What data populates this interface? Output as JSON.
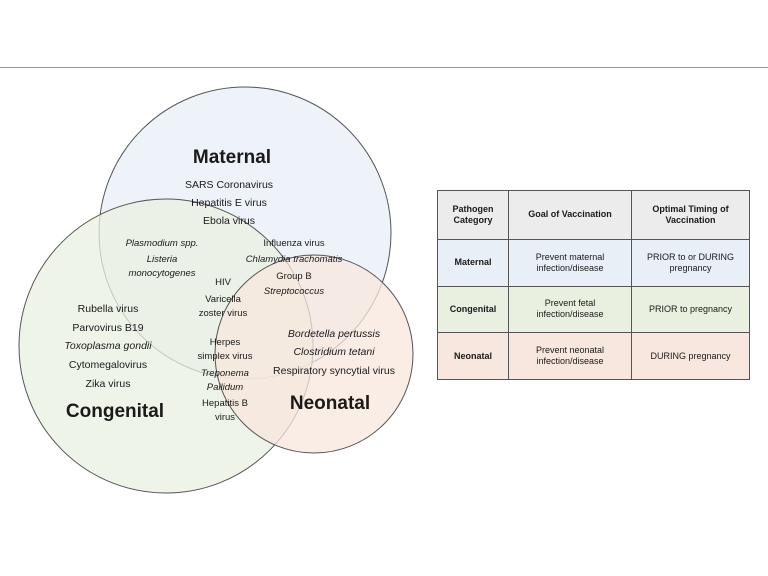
{
  "venn": {
    "circles": [
      {
        "id": "maternal",
        "title": "Maternal",
        "fill": "#e8eff7"
      },
      {
        "id": "congenital",
        "title": "Congenital",
        "fill": "#e9f0e0"
      },
      {
        "id": "neonatal",
        "title": "Neonatal",
        "fill": "#f8e7de"
      }
    ],
    "maternal_only": [
      "SARS Coronavirus",
      "Hepatitis E virus",
      "Ebola virus"
    ],
    "maternal_congenital": [
      "Plasmodium spp.",
      "Listeria",
      "monocytogenes"
    ],
    "maternal_neonatal": [
      "Influenza virus",
      "Chlamydia trachomatis",
      "Group B",
      "Streptococcus"
    ],
    "all_three": [
      "HIV",
      "Varicella",
      "zoster virus"
    ],
    "congenital_only": [
      "Rubella virus",
      "Parvovirus B19",
      "Toxoplasma gondii",
      "Cytomegalovirus",
      "Zika virus"
    ],
    "congenital_neonatal": [
      "Herpes",
      "simplex virus",
      "Treponema",
      "Pallidum",
      "Hepatitis B",
      "virus"
    ],
    "neonatal_only": [
      "Bordetella pertussis",
      "Clostridium tetani",
      "Respiratory syncytial virus"
    ]
  },
  "table": {
    "headers": {
      "category": [
        "Pathogen",
        "Category"
      ],
      "goal": "Goal of Vaccination",
      "timing": [
        "Optimal Timing of",
        "Vaccination"
      ]
    },
    "rows": [
      {
        "category": "Maternal",
        "goal": [
          "Prevent maternal",
          "infection/disease"
        ],
        "timing": [
          "PRIOR to or DURING",
          "pregnancy"
        ],
        "color": "#e8eff7"
      },
      {
        "category": "Congenital",
        "goal": [
          "Prevent fetal",
          "infection/disease"
        ],
        "timing": [
          "PRIOR to pregnancy"
        ],
        "color": "#e9f0e0"
      },
      {
        "category": "Neonatal",
        "goal": [
          "Prevent neonatal",
          "infection/disease"
        ],
        "timing": [
          "DURING pregnancy"
        ],
        "color": "#f8e7de"
      }
    ]
  }
}
